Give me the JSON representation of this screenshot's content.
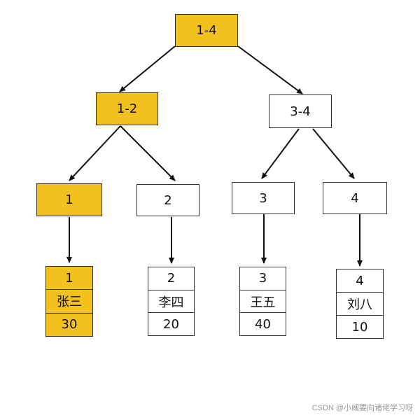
{
  "colors": {
    "highlight": "#f2c11d",
    "default": "#ffffff",
    "border": "#333333",
    "edge": "#111111"
  },
  "tree": {
    "root": {
      "label": "1-4",
      "highlighted": true
    },
    "left_branch": {
      "label": "1-2",
      "highlighted": true
    },
    "right_branch": {
      "label": "3-4",
      "highlighted": false
    },
    "leaves": [
      {
        "label": "1",
        "highlighted": true
      },
      {
        "label": "2",
        "highlighted": false
      },
      {
        "label": "3",
        "highlighted": false
      },
      {
        "label": "4",
        "highlighted": false
      }
    ]
  },
  "records": [
    {
      "id": "1",
      "name": "张三",
      "value": "30",
      "highlighted": true
    },
    {
      "id": "2",
      "name": "李四",
      "value": "20",
      "highlighted": false
    },
    {
      "id": "3",
      "name": "王五",
      "value": "40",
      "highlighted": false
    },
    {
      "id": "4",
      "name": "刘八",
      "value": "10",
      "highlighted": false
    }
  ],
  "watermark": "CSDN @小威要向诸佬学习呀"
}
